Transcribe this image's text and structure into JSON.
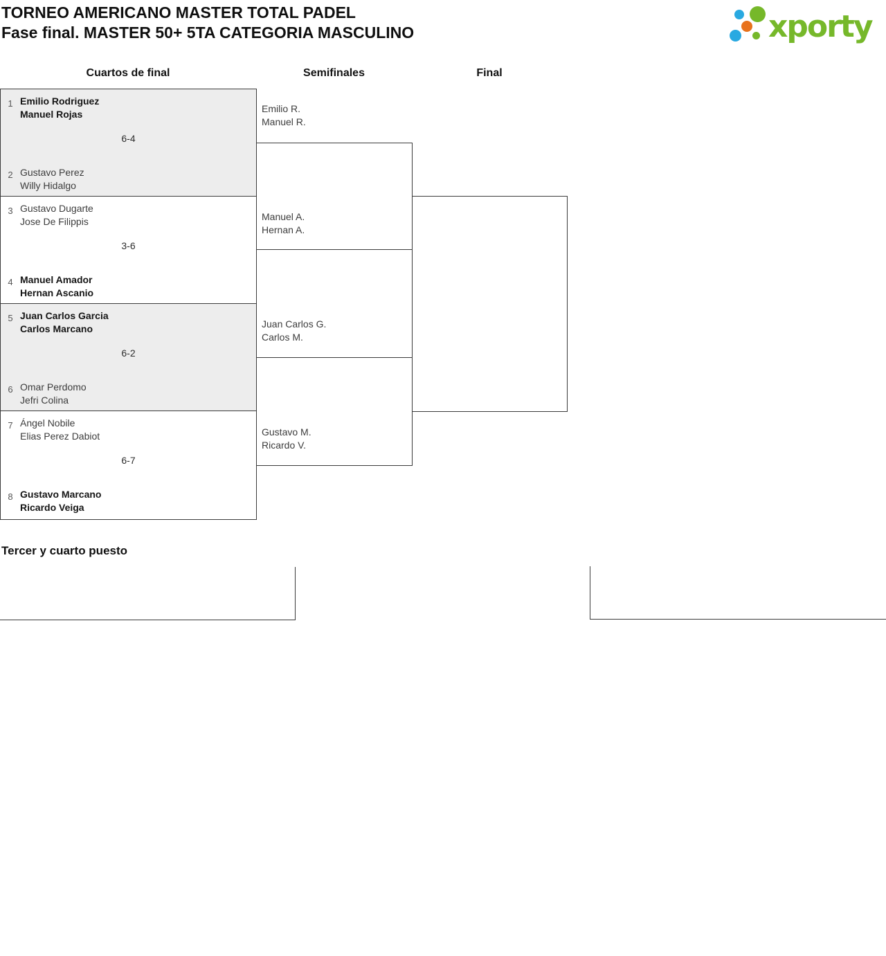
{
  "colors": {
    "green": "#76b82a",
    "blue": "#29a9e1",
    "orange": "#e8721c",
    "border": "#3a3a3a",
    "shade": "#ededed",
    "heading": "#0f0f0f",
    "text": "#3c3c3c",
    "text_bold": "#151515",
    "seed": "#555555"
  },
  "header": {
    "title_line1": "TORNEO AMERICANO MASTER TOTAL PADEL",
    "title_line2": "Fase final. MASTER 50+ 5TA CATEGORIA MASCULINO"
  },
  "logo": {
    "brand": "xporty"
  },
  "round_headers": {
    "quarterfinals": "Cuartos de final",
    "semifinals": "Semifinales",
    "final": "Final"
  },
  "quarterfinals": [
    {
      "top": {
        "seed": "1",
        "player1": "Emilio Rodriguez",
        "player2": "Manuel Rojas",
        "winner": true
      },
      "score": "6-4",
      "bottom": {
        "seed": "2",
        "player1": "Gustavo Perez",
        "player2": "Willy Hidalgo",
        "winner": false
      }
    },
    {
      "top": {
        "seed": "3",
        "player1": "Gustavo Dugarte",
        "player2": "Jose De Filippis",
        "winner": false
      },
      "score": "3-6",
      "bottom": {
        "seed": "4",
        "player1": "Manuel Amador",
        "player2": "Hernan Ascanio",
        "winner": true
      }
    },
    {
      "top": {
        "seed": "5",
        "player1": "Juan Carlos Garcia",
        "player2": "Carlos Marcano",
        "winner": true
      },
      "score": "6-2",
      "bottom": {
        "seed": "6",
        "player1": "Omar Perdomo",
        "player2": "Jefri Colina",
        "winner": false
      }
    },
    {
      "top": {
        "seed": "7",
        "player1": "Ángel Nobile",
        "player2": "Elias Perez Dabiot",
        "winner": false
      },
      "score": "6-7",
      "bottom": {
        "seed": "8",
        "player1": "Gustavo Marcano",
        "player2": "Ricardo Veiga",
        "winner": true
      }
    }
  ],
  "semifinals": [
    {
      "top": {
        "player1": "Emilio R.",
        "player2": "Manuel R."
      },
      "bottom": {
        "player1": "Manuel A.",
        "player2": "Hernan A."
      }
    },
    {
      "top": {
        "player1": "Juan Carlos G.",
        "player2": "Carlos M."
      },
      "bottom": {
        "player1": "Gustavo M.",
        "player2": "Ricardo V."
      }
    }
  ],
  "third_place": {
    "heading": "Tercer y cuarto puesto"
  }
}
